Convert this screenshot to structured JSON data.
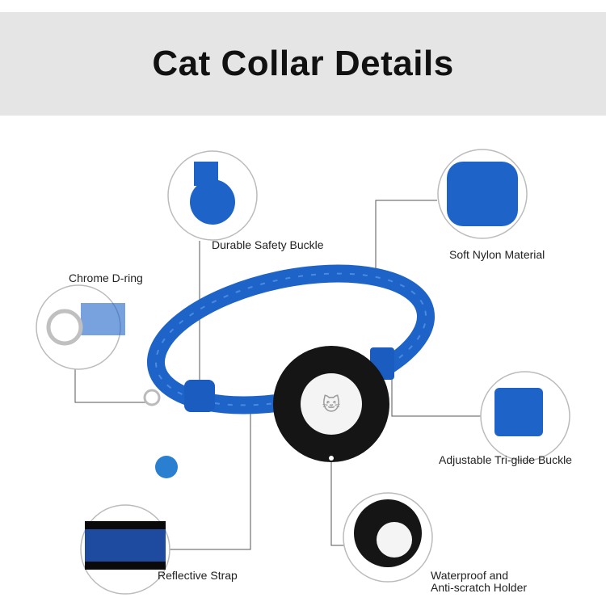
{
  "header": {
    "title": "Cat Collar Details"
  },
  "callouts": [
    {
      "label": "Durable Safety Buckle"
    },
    {
      "label": "Soft Nylon Material"
    },
    {
      "label": "Chrome D-ring"
    },
    {
      "label": "Adjustable Tri-glide Buckle"
    },
    {
      "label": "Reflective Strap"
    },
    {
      "label": "Waterproof and",
      "label2": "Anti-scratch Holder"
    }
  ],
  "colors": {
    "collar_blue": "#1e64c8",
    "holder_black": "#151515",
    "header_gray": "#e5e5e5"
  }
}
